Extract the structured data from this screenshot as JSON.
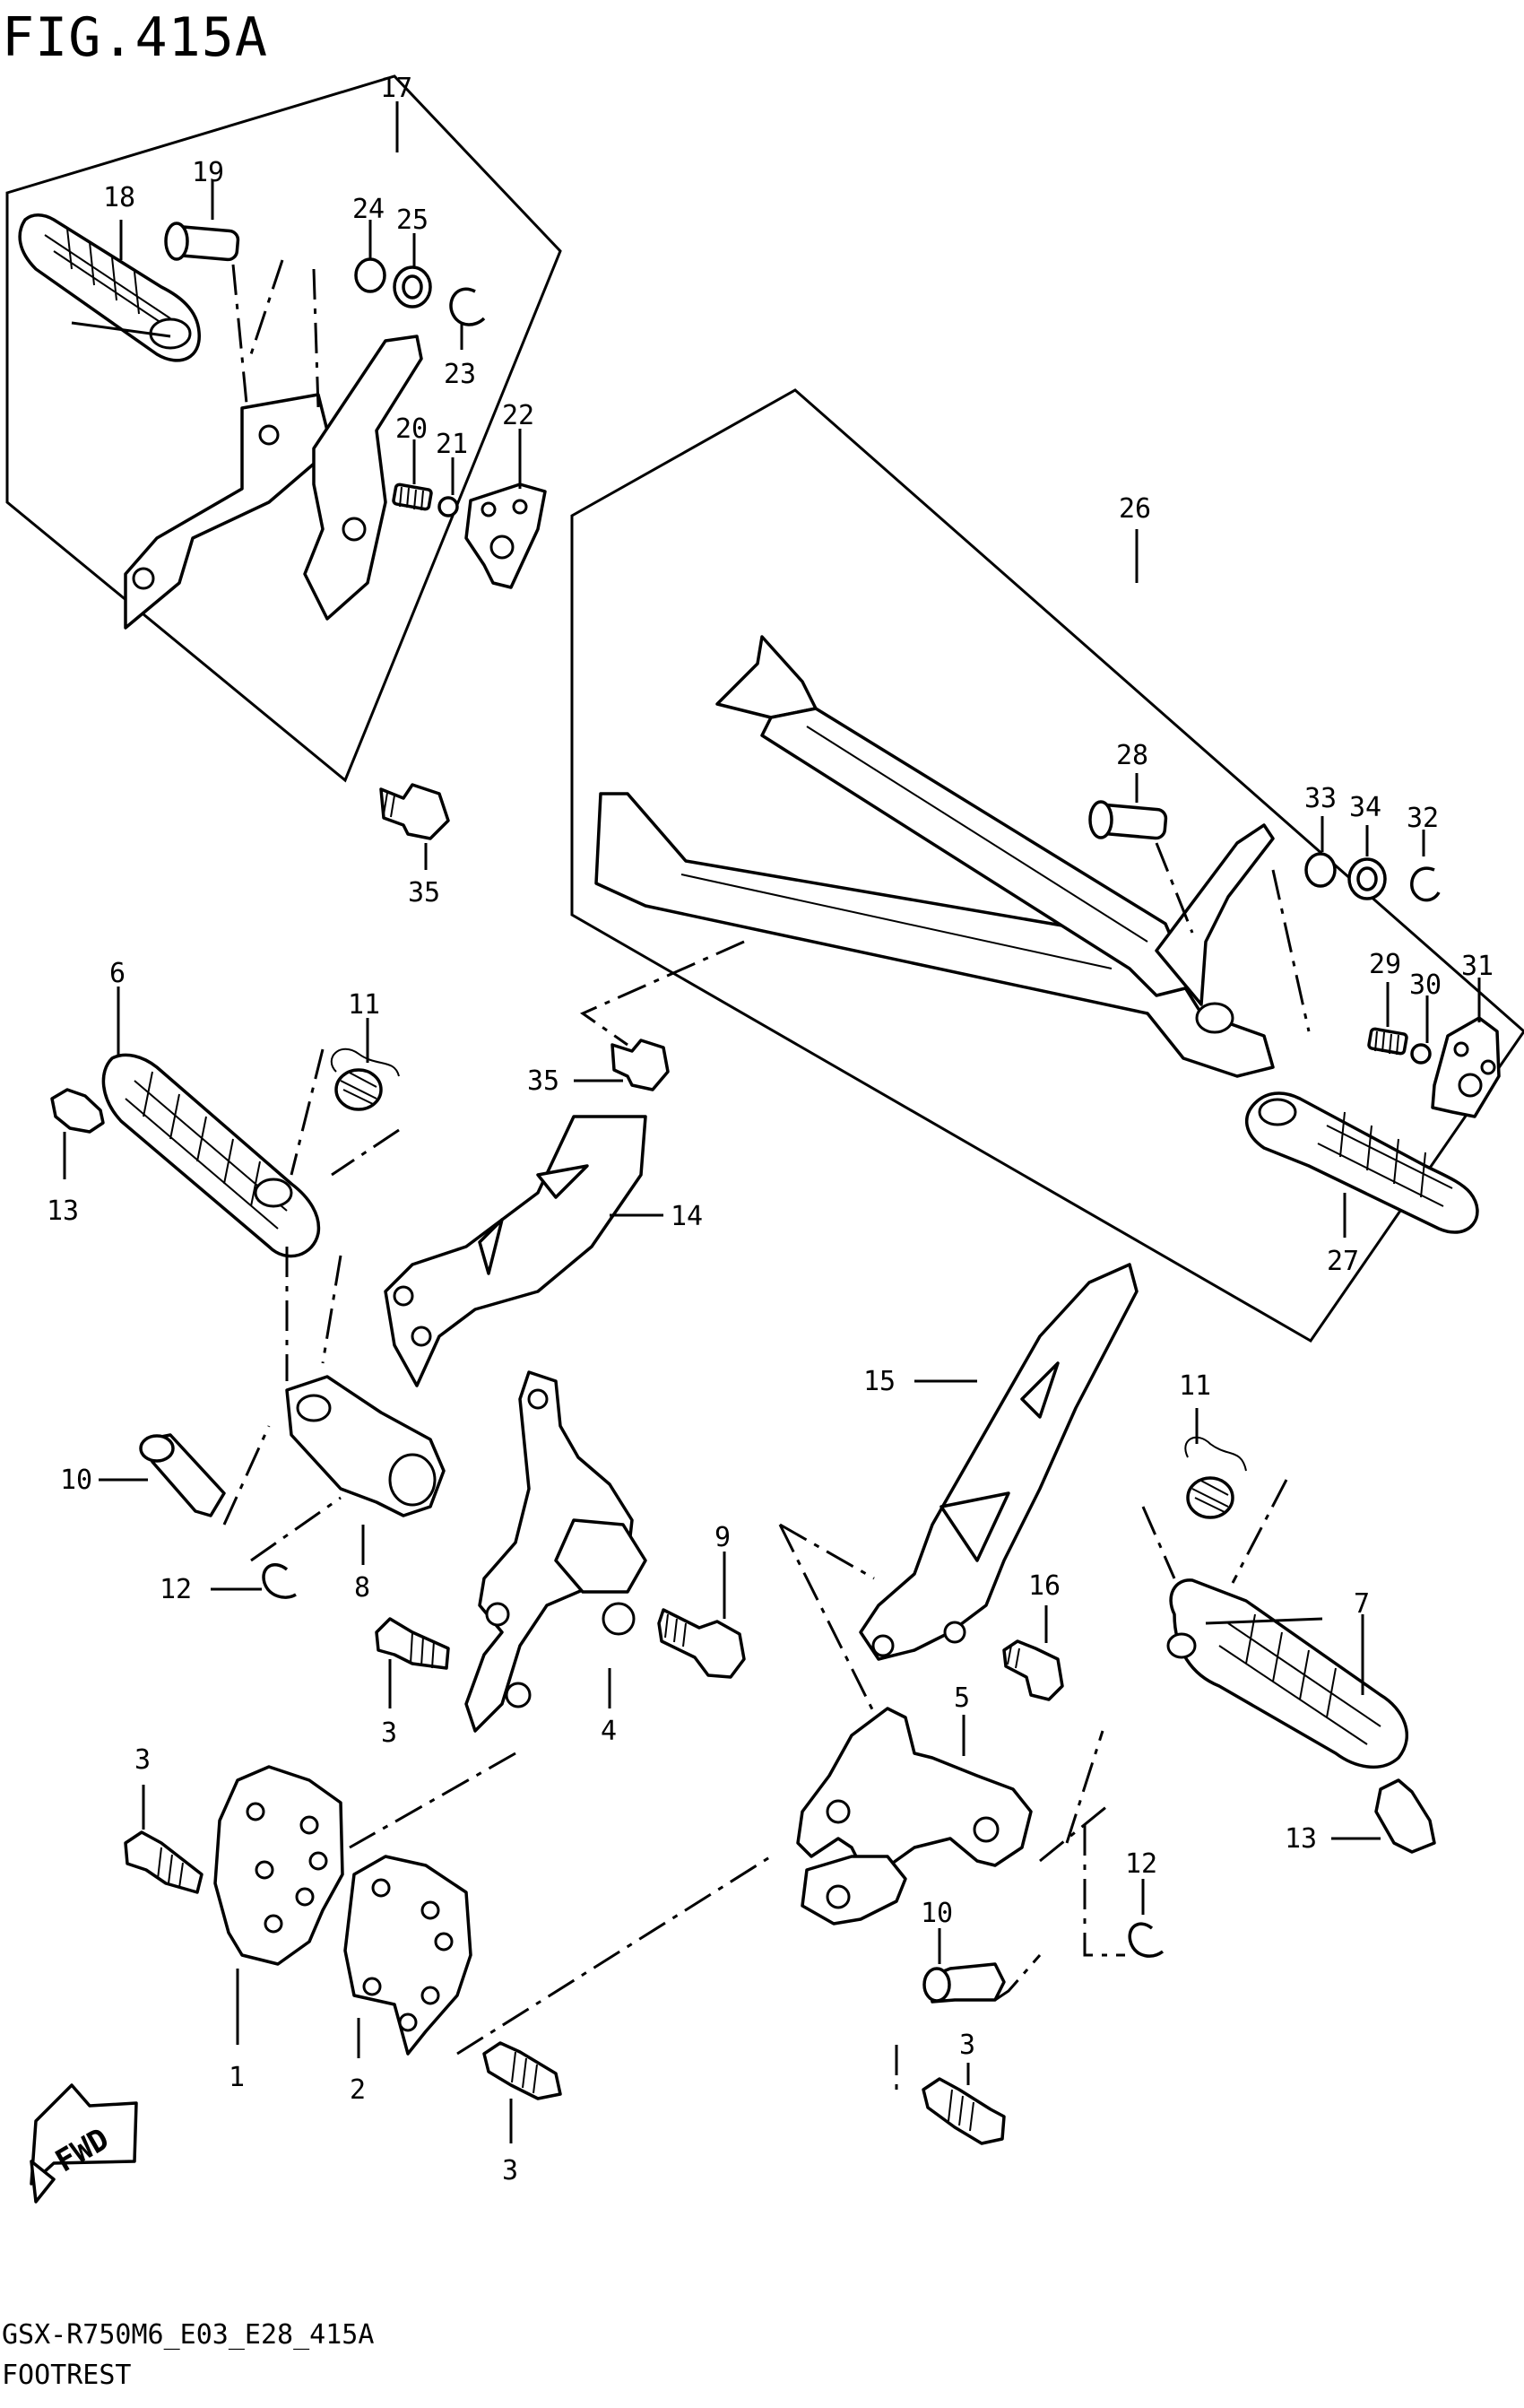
{
  "figure": {
    "title": "FIG.415A",
    "drawing_code": "GSX-R750M6_E03_E28_415A",
    "section_name": "FOOTREST",
    "direction_badge": "FWD"
  },
  "callouts": {
    "c1": "1",
    "c2": "2",
    "c3a": "3",
    "c3b": "3",
    "c3c": "3",
    "c3d": "3",
    "c4": "4",
    "c5": "5",
    "c6": "6",
    "c7": "7",
    "c8": "8",
    "c9": "9",
    "c10a": "10",
    "c10b": "10",
    "c11a": "11",
    "c11b": "11",
    "c12a": "12",
    "c12b": "12",
    "c13a": "13",
    "c13b": "13",
    "c14": "14",
    "c15": "15",
    "c16": "16",
    "c17": "17",
    "c18": "18",
    "c19": "19",
    "c20": "20",
    "c21": "21",
    "c22": "22",
    "c23": "23",
    "c24": "24",
    "c25": "25",
    "c26": "26",
    "c27": "27",
    "c28": "28",
    "c29": "29",
    "c30": "30",
    "c31": "31",
    "c32": "32",
    "c33": "33",
    "c34": "34",
    "c35a": "35",
    "c35b": "35"
  }
}
